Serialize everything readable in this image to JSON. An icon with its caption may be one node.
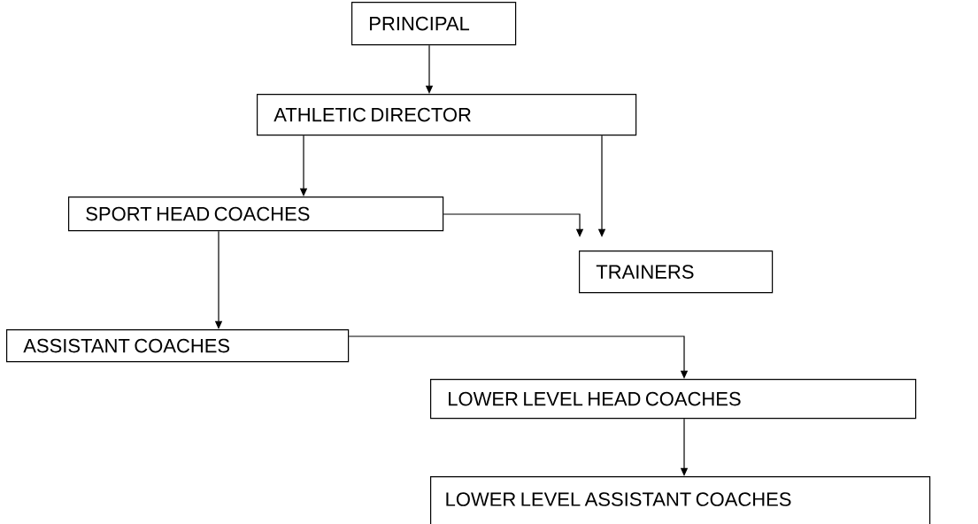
{
  "diagram": {
    "nodes": [
      {
        "text": [
          "PRINCIPAL"
        ]
      },
      {
        "text": [
          "ATHLETIC DIRECTOR"
        ]
      },
      {
        "text": [
          "SPORT HEAD COACHES"
        ]
      },
      {
        "text": [
          "TRAINERS"
        ]
      },
      {
        "text": [
          "ASSISTANT COACHES"
        ]
      },
      {
        "text": [
          "LOWER LEVEL HEAD COACHES"
        ]
      },
      {
        "text": [
          "LOWER LEVEL ASSISTANT COACHES"
        ]
      }
    ],
    "edges": [
      {
        "from": 0,
        "to": 1,
        "arrow": "to"
      },
      {
        "from": 1,
        "to": 2,
        "arrow": "to"
      },
      {
        "from": 1,
        "to": 3,
        "arrow": "to"
      },
      {
        "from": 2,
        "to": 3,
        "arrow": "to"
      },
      {
        "from": 2,
        "to": 4,
        "arrow": "to"
      },
      {
        "from": 4,
        "to": 5,
        "arrow": "to"
      },
      {
        "from": 5,
        "to": 6,
        "arrow": "to"
      }
    ]
  }
}
